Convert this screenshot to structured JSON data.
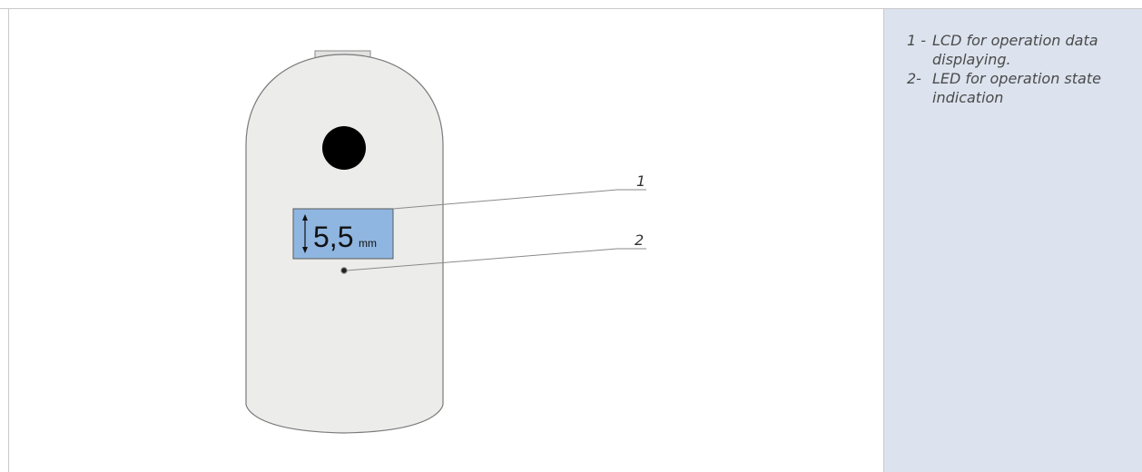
{
  "legend": [
    {
      "number": "1 -",
      "text": "LCD for operation data displaying."
    },
    {
      "number": "2-",
      "text": "LED for operation state indication"
    }
  ],
  "callouts": {
    "lcd_number": "1",
    "led_number": "2"
  },
  "display": {
    "reading": "5,5",
    "unit": "mm"
  },
  "colors": {
    "panel_background": "#dce3ee",
    "device_body": "#ececeb",
    "lcd_screen": "#8fb6e0",
    "sensor_hole": "#000000"
  },
  "icons": {
    "measure": "up-down-arrow-icon"
  }
}
